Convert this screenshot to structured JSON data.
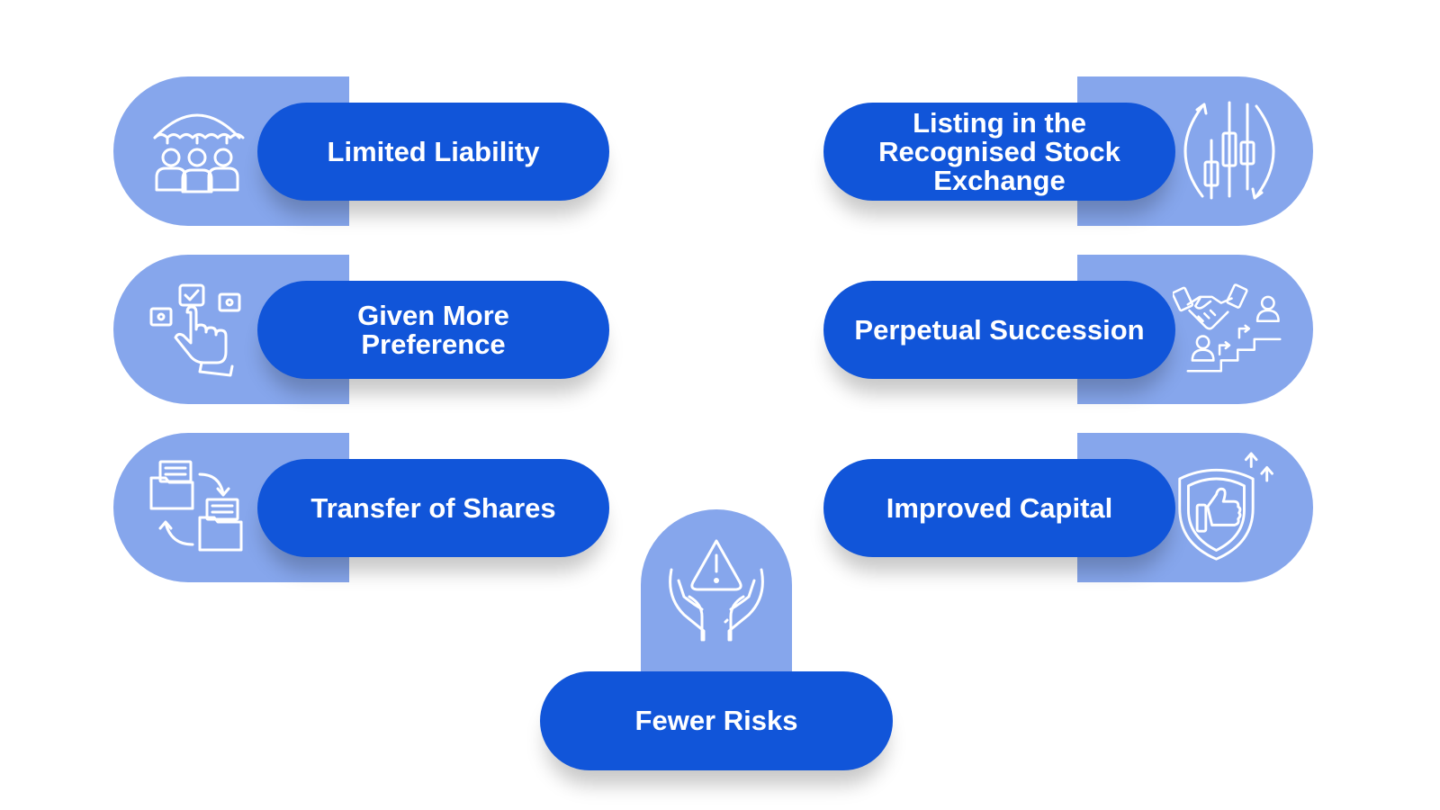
{
  "colors": {
    "pill": "#1155d9",
    "card_bg": "#86a6ec",
    "text": "#ffffff",
    "background": "#ffffff"
  },
  "features": [
    {
      "label": "Limited Liability",
      "icon": "umbrella-people-icon"
    },
    {
      "label": "Given More Preference",
      "icon": "hand-select-icon"
    },
    {
      "label": "Transfer of Shares",
      "icon": "folder-transfer-icon"
    },
    {
      "label": "Listing in the Recognised Stock Exchange",
      "icon": "candlestick-chart-icon"
    },
    {
      "label": "Perpetual Succession",
      "icon": "handshake-succession-icon"
    },
    {
      "label": "Improved Capital",
      "icon": "shield-thumbs-up-icon"
    },
    {
      "label": "Fewer Risks",
      "icon": "hands-warning-icon"
    }
  ]
}
